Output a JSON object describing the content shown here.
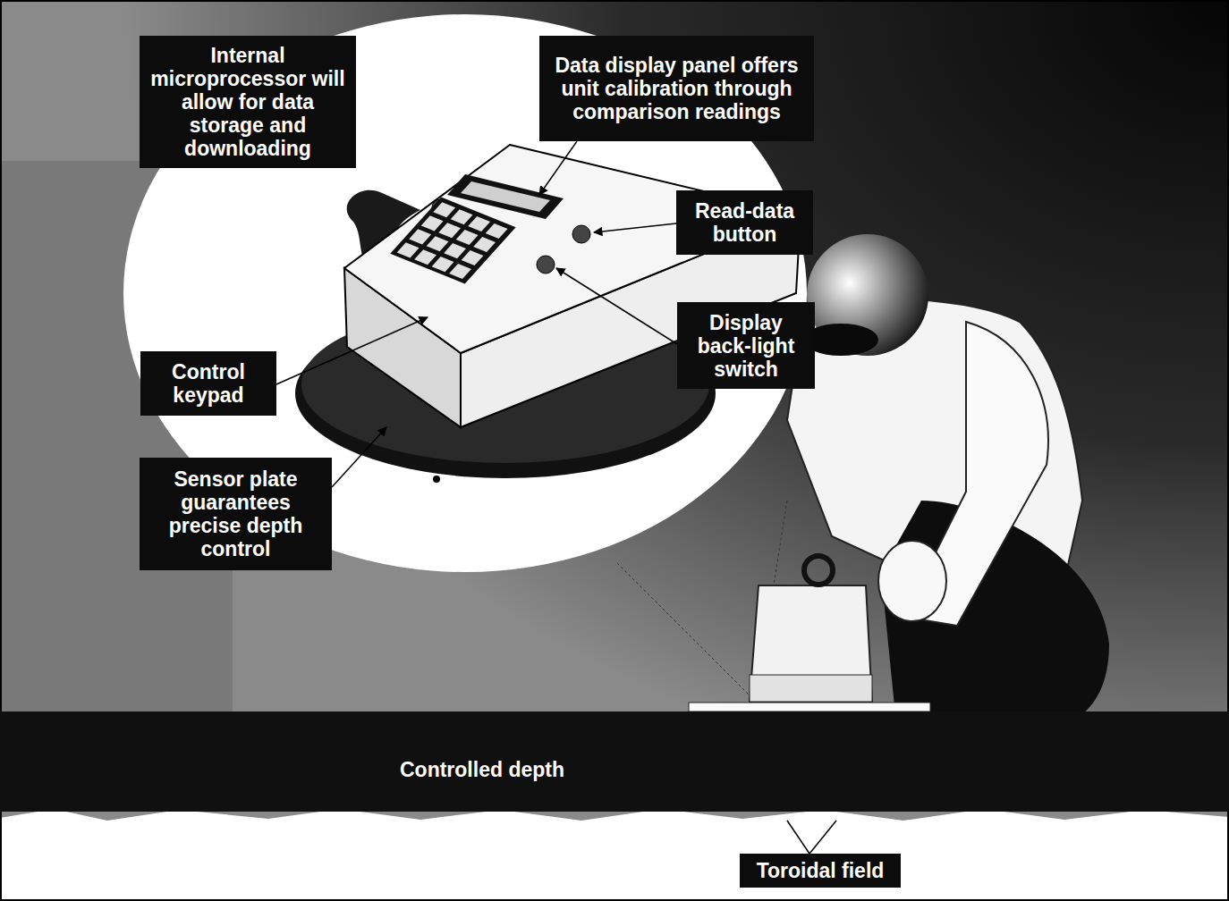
{
  "diagram": {
    "nodes": [
      {
        "text": [
          "Internal microprocessor will allow for data storage and downloading"
        ]
      },
      {
        "text": [
          "Data display panel offers unit calibration through comparison readings"
        ]
      },
      {
        "text": [
          "Read-data button"
        ]
      },
      {
        "text": [
          "Display back-light switch"
        ]
      },
      {
        "text": [
          "Control keypad"
        ]
      },
      {
        "text": [
          "Sensor plate guarantees precise depth control"
        ]
      },
      {
        "text": [
          "Controlled depth"
        ]
      },
      {
        "text": [
          "Toroidal field"
        ]
      }
    ]
  }
}
